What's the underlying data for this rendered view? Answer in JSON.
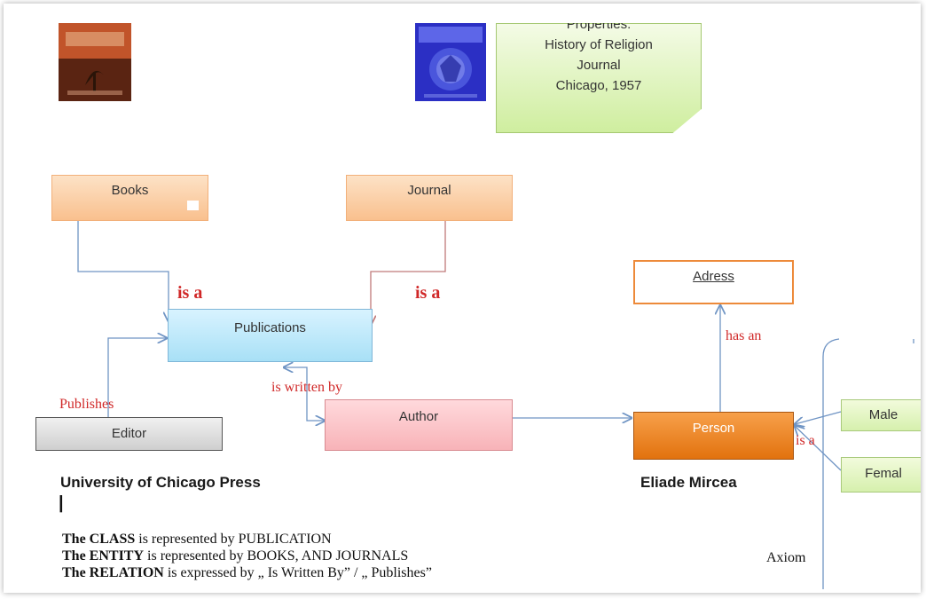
{
  "note": {
    "lines": [
      "Properties:",
      "History of Religion",
      "Journal",
      "Chicago, 1957"
    ]
  },
  "nodes": {
    "books": "Books",
    "journal": "Journal",
    "publications": "Publications",
    "editor": "Editor",
    "author": "Author",
    "person": "Person",
    "adress": "Adress",
    "male": "Male",
    "femal": "Femal"
  },
  "relations": {
    "is_a_left": "is a",
    "is_a_right": "is a",
    "is_written_by": "is written by",
    "publishes": "Publishes",
    "has_an": "has an",
    "is_a_person": "is a"
  },
  "captions": {
    "press": "University of Chicago Press",
    "author_name": "Eliade Mircea",
    "cursor": "|",
    "axiom": "Axiom"
  },
  "statements": [
    {
      "bold": "The CLASS",
      "rest": " is  represented by PUBLICATION"
    },
    {
      "bold": "The ENTITY",
      "rest": " is represented by BOOKS, AND JOURNALS"
    },
    {
      "bold": "The RELATION",
      "rest": "    is expressed by „ Is Written By” / „ Publishes”"
    }
  ],
  "colors": {
    "arrow_blue": "#6f94c4",
    "arrow_red": "#c07a7a",
    "label_red": "#d02828"
  }
}
